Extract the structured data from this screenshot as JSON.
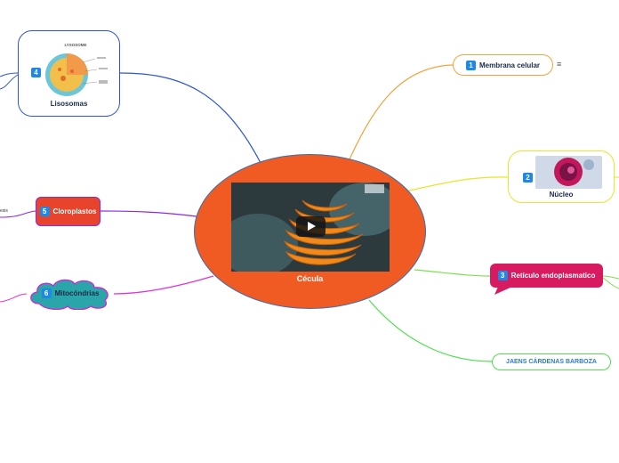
{
  "center": {
    "label": "Cécula"
  },
  "nodes": {
    "membrana": {
      "number": "1",
      "label": "Membrana celular",
      "note_icon": "≡"
    },
    "nucleo": {
      "number": "2",
      "label": "Núcleo"
    },
    "reticulo": {
      "number": "3",
      "label": "Retículo endoplasmatico"
    },
    "lisosomas": {
      "number": "4",
      "label": "Lisosomas",
      "image_title": "LYSOSOME"
    },
    "cloroplastos": {
      "number": "5",
      "label": "Cloroplastos",
      "side_text": "esis"
    },
    "mitocondrias": {
      "number": "6",
      "label": "Mitocóndrias"
    },
    "author": {
      "label": "JAENS CÁRDENAS BARBOZA"
    }
  },
  "colors": {
    "center": "#f05a23",
    "membrana_link": "#f2a33a",
    "nucleo_link": "#e6e62a",
    "reticulo_link": "#7ee04a",
    "author_link": "#4ee04e",
    "lisosomas_link": "#2f55d4",
    "cloroplastos_link": "#8a2be2",
    "mitocondrias_link": "#e033d8"
  }
}
